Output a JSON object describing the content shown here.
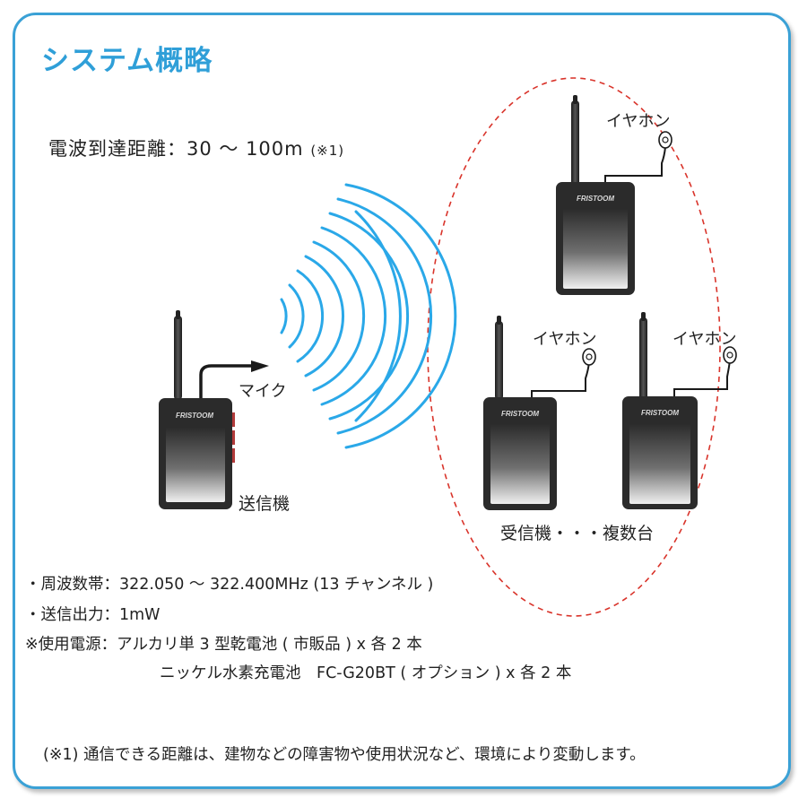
{
  "title": "システム概略",
  "range": {
    "text": "電波到達距離：30 ～ 100m",
    "note": "(※1)"
  },
  "labels": {
    "earphone": "イヤホン",
    "mic": "マイク",
    "transmitter": "送信機",
    "receivers": "受信機・・・複数台",
    "brand": "FRISTOOM"
  },
  "specs": [
    "・周波数帯：322.050 ～ 322.400MHz (13 チャンネル )",
    "・送信出力：1mW",
    "※使用電源：アルカリ単 3 型乾電池 ( 市販品 ) x 各 2 本",
    "ニッケル水素充電池　FC-G20BT ( オプション ) x 各 2 本"
  ],
  "footnote": "(※1) 通信できる距離は、建物などの障害物や使用状況など、環境により変動します。",
  "colors": {
    "accent": "#2f9fd8",
    "wave": "#2aa8e8",
    "receiver_zone": "#d9342b",
    "device_body": "#2b2b2b"
  }
}
